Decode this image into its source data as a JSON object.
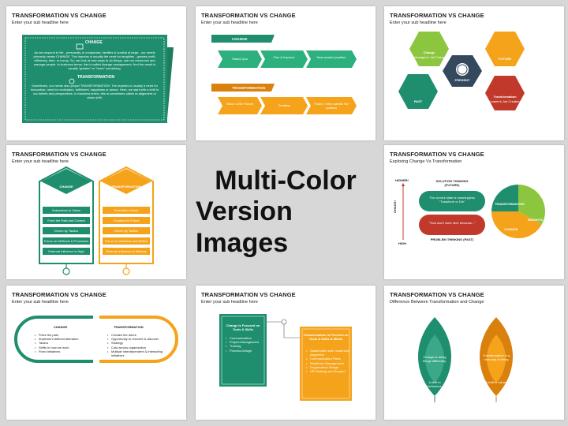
{
  "slide_title": "TRANSFORMATION VS CHANGE",
  "sub_headline": "Enter your sub headline here",
  "center": {
    "line1": "Multi-Color",
    "line2": "Version Images"
  },
  "colors": {
    "green": "#1e8e6e",
    "orange": "#f5a31a",
    "teal": "#1b8c73",
    "lime": "#8cc63f",
    "red": "#c0392b",
    "navy": "#2c3e50"
  },
  "s1": {
    "change_head": "CHANGE",
    "change_body": "As we respond to life - personally, in companies, families & society at large - our needs primarily create CHANGE. This impetus is usually the need for tangibles - greater profit, efficiency, time, or luxury. So, we look at new ways to do things, use our resources and manage people. In business terms, this is called change management. And the result is usually \"greater\" or \"more\" something.",
    "transf_head": "TRANSFORMATION",
    "transf_body": "Sometimes, our needs also propel TRANSFORMATION. The impetus is usually a need for innovation, need for motivation, fulfillment, happiness or peace. Here, we start with a shift in our beliefs and perspectives. In business terms, this is sometimes called re-alignment or vision shift."
  },
  "s2": {
    "change_label": "CHANGE",
    "change_steps": [
      "Status Quo",
      "Fine & Improve",
      "New wanted position"
    ],
    "transf_label": "TRANSFORMATION",
    "transf_steps": [
      "Vision of the Future",
      "Creating",
      "Future / New wanted the position"
    ]
  },
  "s3": {
    "change": "Change",
    "change_sub": "Manager's Job Fixing",
    "future": "FUTURE",
    "present": "PRESENT",
    "past": "PAST",
    "transformation": "Transformation",
    "transformation_sub": "Leader's Job Creation"
  },
  "s4": {
    "change_head": "CHANGE",
    "change_rows": [
      "Subscribes to Vision",
      "From the Past and Current",
      "Driven by Tactics",
      "Focus on Methods & Processes",
      "External Influence is High"
    ],
    "transf_head": "TRANSFORMATION",
    "transf_rows": [
      "Prescribes Vision",
      "Creates the Future",
      "Driven by Tactics",
      "Focus on Mindsets and Beliefs",
      "External Influence is Minimal"
    ]
  },
  "s6": {
    "sub": "Exploring Change Vs Transformation",
    "higher": "HIGHER!",
    "high": "HIGH",
    "chaos": "CHAOS!",
    "solution": "SOLUTION THINKING (FUTURE)",
    "problem": "PROBLEM THINKING (PAST)",
    "teal_bubble": "The current state is meaningless \"Transform or Die\"",
    "red_bubble": "\"That won't work here because...\"",
    "transformation": "TRANSFORMATION",
    "insights": "INSIGHTS",
    "change": "CHANGE"
  },
  "s7": {
    "change": "CHANGE",
    "change_items": [
      "Fixes the past",
      "Implement defined alteration",
      "Tactics",
      "Shifts in how we work",
      "Fixed initiatives"
    ],
    "transformation": "TRANSFORMATION",
    "transf_items": [
      "Creates the future",
      "Opportunity to reinvent & discover",
      "Strategy",
      "Cuts across organization",
      "Multiple interdependent & interacting initiatives"
    ]
  },
  "s8": {
    "change_head": "Change is Focused on Tools & Skills",
    "change_items": [
      "Communication",
      "Project Management",
      "Training",
      "Process Design"
    ],
    "transf_head": "Transformation is Focused on Tools & Skills & Minds",
    "transf_items": [
      "Stakeholder and Leadership Alignment",
      "Communication Plans",
      "Workforce Management",
      "Organization Design",
      "HR Strategy and Support"
    ]
  },
  "s9": {
    "sub": "Difference Between Transformation and Change",
    "change_text": "Change is doing things differently.",
    "change_bottom": "A shift in behaviors",
    "transf_text": "Transformation is a new way of being",
    "transf_bottom": "A shift in values"
  }
}
